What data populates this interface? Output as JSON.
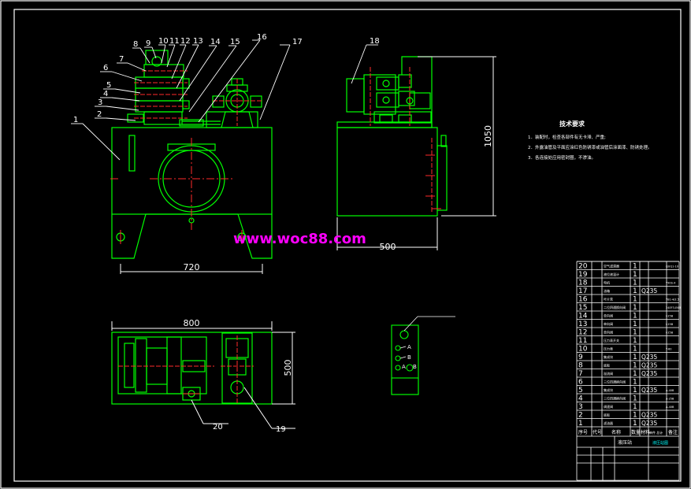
{
  "colors": {
    "background": "#000000",
    "frame": "#ffffff",
    "outline": "#00ff00",
    "centerline": "#ff2a2a",
    "leader": "#ffffff",
    "accent": "#00ffff",
    "watermark": "#ff00ff",
    "yellow": "#ffff00"
  },
  "front_view": {
    "balloons": [
      "1",
      "2",
      "3",
      "4",
      "5",
      "6",
      "7",
      "8",
      "9",
      "10",
      "11",
      "12",
      "13",
      "14",
      "15",
      "16",
      "17"
    ],
    "dim_width": "720"
  },
  "side_view": {
    "balloon": "18",
    "dim_height": "1050",
    "dim_width": "500"
  },
  "top_view": {
    "dim_width": "800",
    "dim_depth": "500",
    "balloons": [
      "20",
      "19"
    ]
  },
  "panel_view": {
    "labels": [
      "A",
      "B",
      "A",
      "B"
    ]
  },
  "tech_notes": {
    "title": "技术要求",
    "lines": [
      "1．装配时，检查各部件有无卡滞、严重;",
      "2．外露油管及平面应涂红色防锈漆或油管后涂面漆、防锈处理。",
      "3．各连接处应用密封圈，不渗油。"
    ]
  },
  "watermark": "www.woc88.com",
  "parts_table": {
    "rows": [
      {
        "no": "20",
        "name": "空气滤清器",
        "qty": "1",
        "mat": "",
        "note": "QUQ1-10"
      },
      {
        "no": "19",
        "name": "液位液温计",
        "qty": "1",
        "mat": "",
        "note": ""
      },
      {
        "no": "18",
        "name": "电机",
        "qty": "1",
        "mat": "",
        "note": "Y90S-4"
      },
      {
        "no": "17",
        "name": "油箱",
        "qty": "1",
        "mat": "Q235",
        "note": ""
      },
      {
        "no": "16",
        "name": "叶片泵",
        "qty": "1",
        "mat": "",
        "note": "YB1-4/2.5"
      },
      {
        "no": "15",
        "name": "二位四通换向阀",
        "qty": "1",
        "mat": "",
        "note": "24EF3-E6B"
      },
      {
        "no": "14",
        "name": "单向阀",
        "qty": "1",
        "mat": "",
        "note": "I-25B"
      },
      {
        "no": "13",
        "name": "单向阀",
        "qty": "1",
        "mat": "",
        "note": "I-25B"
      },
      {
        "no": "12",
        "name": "单向阀",
        "qty": "1",
        "mat": "",
        "note": "I-25B"
      },
      {
        "no": "11",
        "name": "压力表开关",
        "qty": "1",
        "mat": "",
        "note": ""
      },
      {
        "no": "10",
        "name": "压力表",
        "qty": "1",
        "mat": "",
        "note": "Y-60"
      },
      {
        "no": "9",
        "name": "集成块",
        "qty": "1",
        "mat": "Q235",
        "note": ""
      },
      {
        "no": "8",
        "name": "底板",
        "qty": "1",
        "mat": "Q235",
        "note": ""
      },
      {
        "no": "7",
        "name": "溢流阀",
        "qty": "1",
        "mat": "Q235",
        "note": ""
      },
      {
        "no": "6",
        "name": "三位四通换向阀",
        "qty": "1",
        "mat": "",
        "note": ""
      },
      {
        "no": "5",
        "name": "集成块",
        "qty": "1",
        "mat": "Q235",
        "note": "A-40B"
      },
      {
        "no": "4",
        "name": "三位四通换向阀",
        "qty": "1",
        "mat": "",
        "note": "A-25B"
      },
      {
        "no": "3",
        "name": "调速阀",
        "qty": "1",
        "mat": "",
        "note": "A-40B"
      },
      {
        "no": "2",
        "name": "底板",
        "qty": "1",
        "mat": "Q235",
        "note": ""
      },
      {
        "no": "1",
        "name": "滤油器",
        "qty": "1",
        "mat": "Q235",
        "note": ""
      }
    ],
    "header": {
      "no": "序号",
      "code": "代号",
      "name": "名称",
      "qty": "数量",
      "mat": "材料",
      "wt": "单件 总计",
      "note": "备注"
    },
    "title_name": "液压站",
    "company": "液压站图"
  }
}
